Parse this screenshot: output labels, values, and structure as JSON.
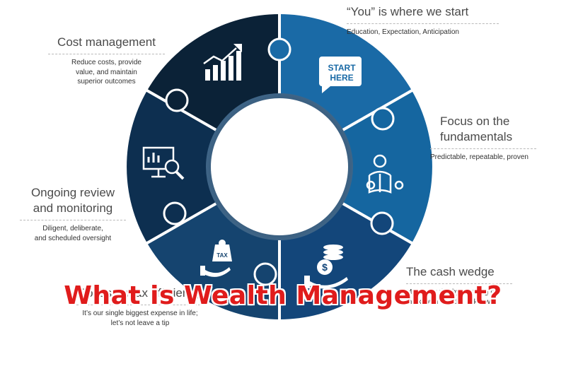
{
  "segments": [
    {
      "id": "you",
      "title": "“You” is where we start",
      "desc": [
        "Education, Expectation, Anticipation"
      ],
      "icon": "start-here-icon",
      "icon_text": [
        "START",
        "HERE"
      ],
      "color": "#1a6aa6"
    },
    {
      "id": "fundamentals",
      "title": [
        "Focus on the",
        "fundamentals"
      ],
      "desc": [
        "Predictable, repeatable, proven"
      ],
      "icon": "reading-person-icon",
      "color": "#1566a0"
    },
    {
      "id": "cash",
      "title": "The cash wedge",
      "desc": [
        "Managing risk by planning for",
        "the known and the unknown"
      ],
      "icon": "money-hand-icon",
      "color": "#13467a"
    },
    {
      "id": "tax",
      "title": "Focus on tax efficiency",
      "desc": [
        "It’s our single biggest expense in life;",
        "let’s not leave a tip"
      ],
      "icon": "tax-hand-icon",
      "icon_text": [
        "TAX"
      ],
      "color": "#15446f"
    },
    {
      "id": "review",
      "title": [
        "Ongoing review",
        "and monitoring"
      ],
      "desc": [
        "Diligent, deliberate,",
        "and scheduled oversight"
      ],
      "icon": "monitor-magnifier-icon",
      "color": "#0d2f50"
    },
    {
      "id": "cost",
      "title": "Cost management",
      "desc": [
        "Reduce costs, provide",
        "value, and maintain",
        "superior outcomes"
      ],
      "icon": "growth-chart-icon",
      "color": "#0b2237"
    }
  ],
  "overlay_title": "What is Wealth Management?"
}
